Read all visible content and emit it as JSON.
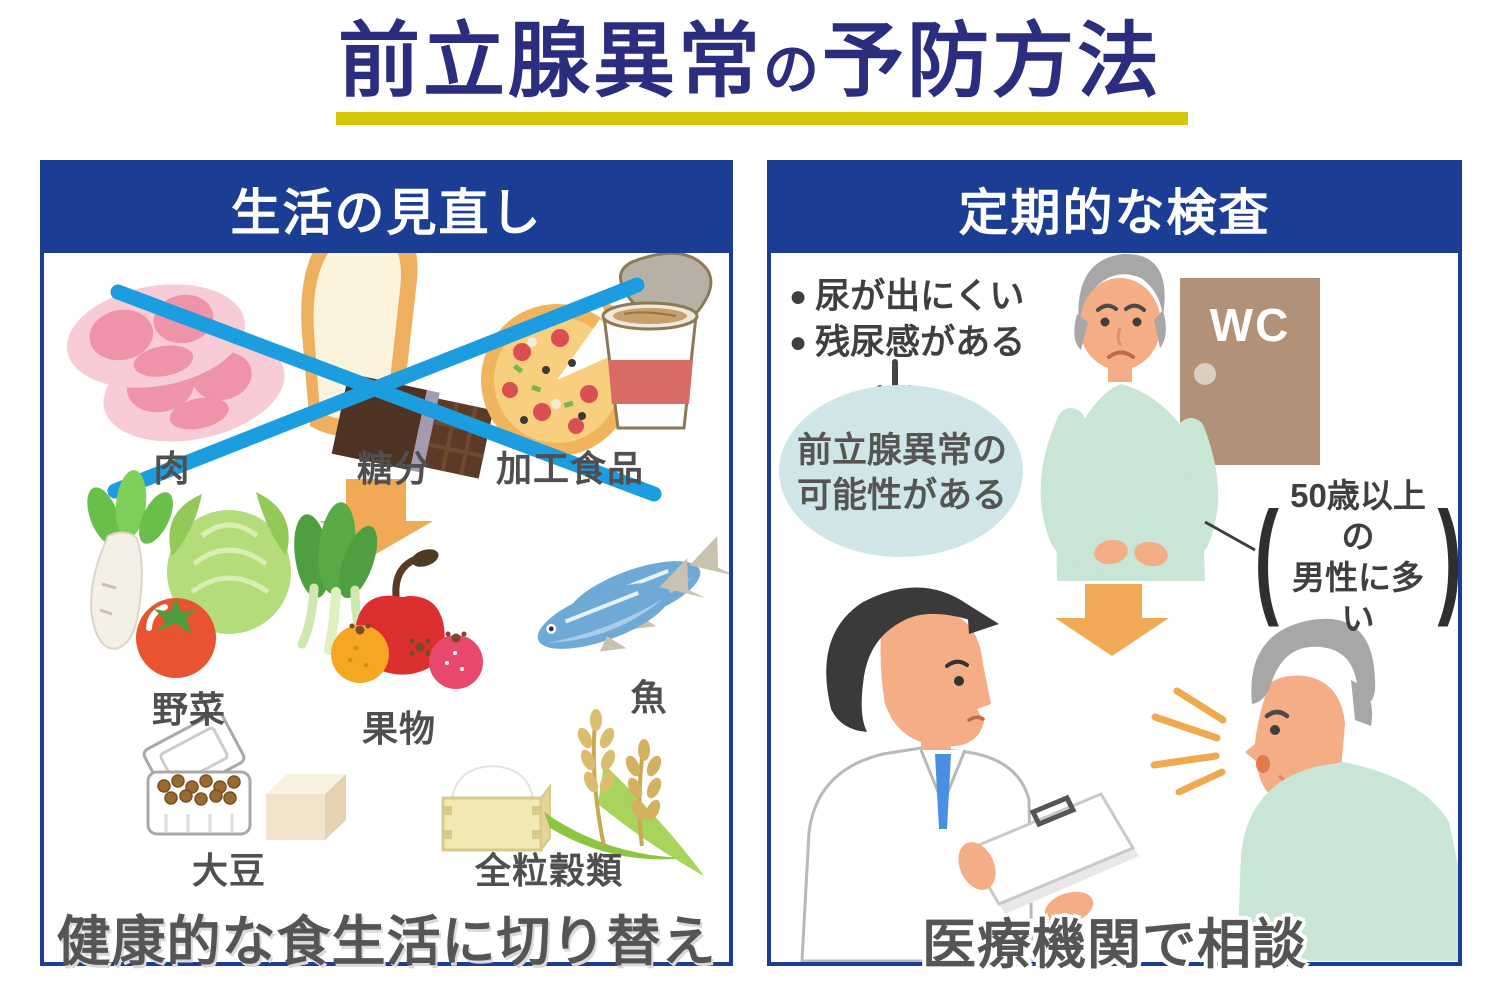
{
  "title": {
    "part1": "前立腺異常",
    "particle": "の",
    "part2": "予防方法"
  },
  "colors": {
    "panel_navy": "#1c3d94",
    "title_navy": "#2b2d7f",
    "underline_yellow": "#d5c607",
    "cross_blue": "#1b9ddf",
    "arrow_orange": "#f0aa55",
    "bubble_blue": "#cfe5e8",
    "label_gray": "#4f4f4f"
  },
  "left_panel": {
    "header": "生活の見直し",
    "avoid_foods": [
      {
        "name": "meat",
        "label": "肉"
      },
      {
        "name": "sugar",
        "label": "糖分"
      },
      {
        "name": "processed-food",
        "label": "加工食品"
      }
    ],
    "healthy_foods": [
      {
        "name": "vegetables",
        "label": "野菜"
      },
      {
        "name": "fruits",
        "label": "果物"
      },
      {
        "name": "fish",
        "label": "魚"
      },
      {
        "name": "soybeans",
        "label": "大豆"
      },
      {
        "name": "whole-grains",
        "label": "全粒穀類"
      }
    ],
    "caption": "健康的な食生活に切り替え"
  },
  "right_panel": {
    "header": "定期的な検査",
    "symptom_bullet": "●",
    "symptoms": [
      "尿が出にくい",
      "残尿感がある"
    ],
    "possibility": {
      "line1": "前立腺異常の",
      "line2": "可能性がある"
    },
    "door_label": "WC",
    "note": {
      "paren_open": "(",
      "line1": "50歳以上の",
      "line2": "男性に多い",
      "paren_close": ")"
    },
    "caption": "医療機関で相談"
  }
}
